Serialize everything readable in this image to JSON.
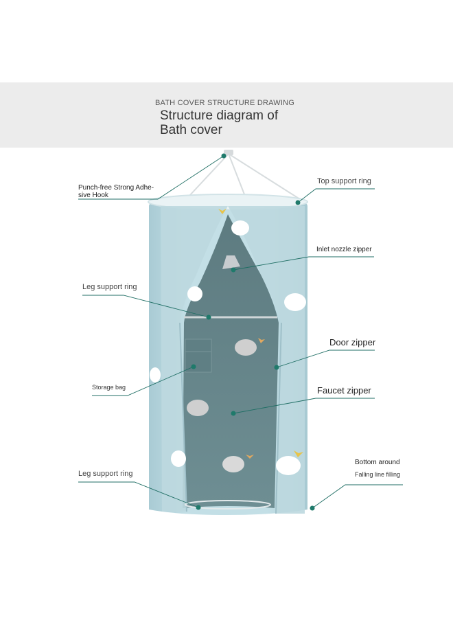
{
  "header": {
    "subtitle": "BATH COVER STRUCTURE DRAWING",
    "title_line1": "Structure diagram of",
    "title_line2": "Bath cover"
  },
  "labels": {
    "hook_line1": "Punch-free Strong Adhe-",
    "hook_line2": "sive Hook",
    "top_ring": "Top support ring",
    "inlet_zipper": "Inlet nozzle zipper",
    "leg_ring_upper": "Leg support ring",
    "door_zipper": "Door zipper",
    "storage_bag": "Storage bag",
    "faucet_zipper": "Faucet zipper",
    "leg_ring_lower": "Leg support ring",
    "bottom_around": "Bottom around",
    "falling_line": "Falling line filling"
  },
  "colors": {
    "leader": "#1f6e64",
    "dot": "#1f7a6b",
    "fabric": "#b9d7df",
    "fabric_shade": "#9dc2cc",
    "interior": "#6f8d92",
    "whale": "#ffffff",
    "whale_inner": "#c6c6c6",
    "tail": "#e8c44a"
  }
}
